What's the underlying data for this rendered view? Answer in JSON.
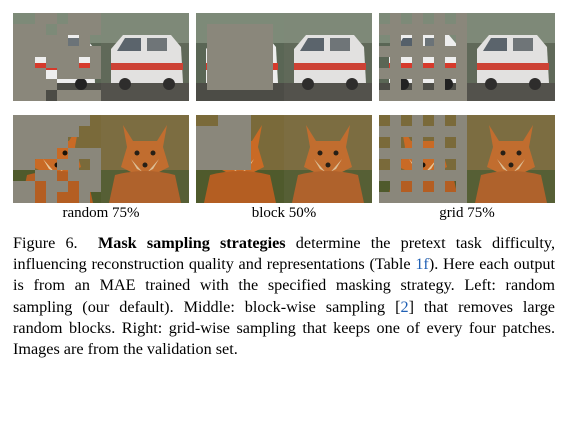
{
  "figure": {
    "columns": [
      {
        "label": "random 75%",
        "strategy": "random"
      },
      {
        "label": "block 50%",
        "strategy": "block"
      },
      {
        "label": "grid 75%",
        "strategy": "grid"
      }
    ],
    "rows": [
      "ambulance",
      "fox"
    ],
    "colors": {
      "mask_gray": "#8a877b",
      "ambulance_bg": "#5a6655",
      "ambulance_body": "#eeeeee",
      "ambulance_stripe": "#d63a2c",
      "fox_bg": "#7a6a3a",
      "fox_fur": "#c96a25",
      "fox_light": "#e8c79a"
    }
  },
  "caption": {
    "number": "Figure 6.",
    "title": "Mask sampling strategies",
    "text1": " determine the pretext task difficulty, influencing reconstruction quality and representations (Table ",
    "table_ref": "1f",
    "text2": "). Here each output is from an MAE trained with the specified masking strategy. Left: random sampling (our default). Middle: block-wise sampling [",
    "cite_ref": "2",
    "text3": "] that removes large random blocks. Right: grid-wise sampling that keeps one of every four patches. Images are from the validation set."
  }
}
